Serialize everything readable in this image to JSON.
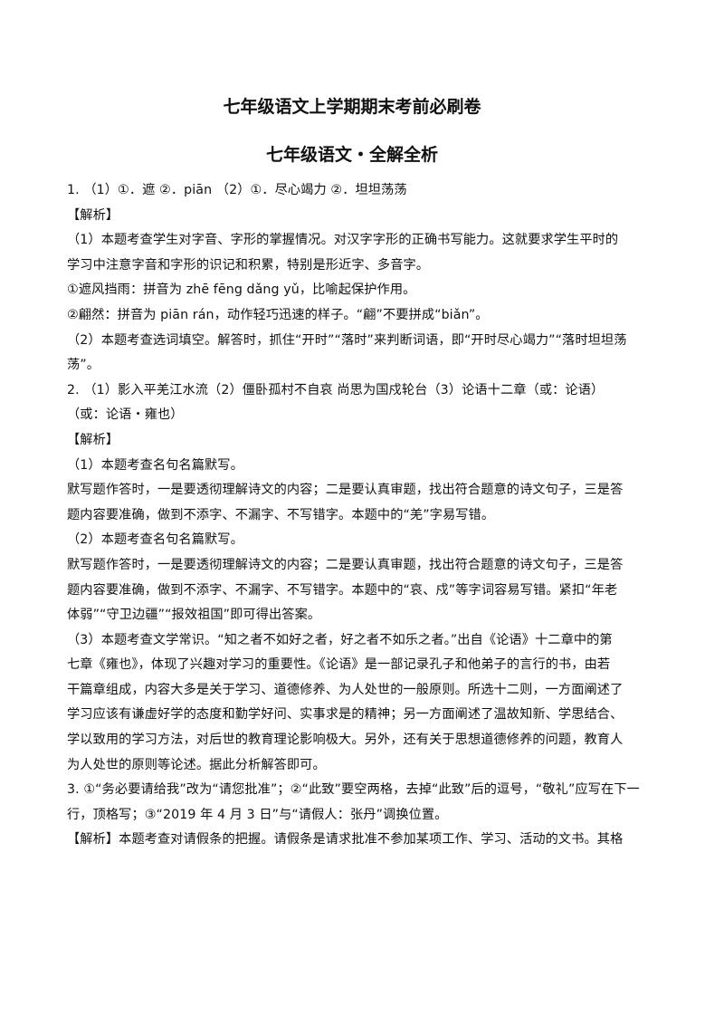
{
  "header": {
    "title": "七年级语文上学期期末考前必刷卷",
    "subtitle": "七年级语文・全解全析"
  },
  "lines": [
    {
      "text": "1.   （1）①．遮   ②．piān      （2）①．尽心竭力     ②．坦坦荡荡",
      "bold": false
    },
    {
      "text": "【解析】",
      "bold": false
    },
    {
      "text": "（1）本题考查学生对字音、字形的掌握情况。对汉字字形的正确书写能力。这就要求学生平时的",
      "bold": false
    },
    {
      "text": "学习中注意字音和字形的识记和积累，特别是形近字、多音字。",
      "bold": false
    },
    {
      "text": "①遮风挡雨：拼音为 zhē fēng dǎng yǔ，比喻起保护作用。",
      "bold": false
    },
    {
      "text": "②翩然：拼音为 piān rán，动作轻巧迅速的样子。“翩”不要拼成“biǎn”。",
      "bold": false
    },
    {
      "text": "（2）本题考查选词填空。解答时，抓住“开时”“落时”来判断词语，即“开时尽心竭力”“落时坦坦荡",
      "bold": false
    },
    {
      "text": "荡”。",
      "bold": false
    },
    {
      "text": "2.   （1）影入平羌江水流（2）僵卧孤村不自哀   尚思为国戍轮台（3）论语十二章（或：论语）",
      "bold": false
    },
    {
      "text": "（或：论语・雍也）",
      "bold": false
    },
    {
      "text": "【解析】",
      "bold": false
    },
    {
      "text": "（1）本题考查名句名篇默写。",
      "bold": false
    },
    {
      "text": "默写题作答时，一是要透彻理解诗文的内容；二是要认真审题，找出符合题意的诗文句子，三是答",
      "bold": false
    },
    {
      "text": "题内容要准确，做到不添字、不漏字、不写错字。本题中的“羌”字易写错。",
      "bold": false
    },
    {
      "text": "（2）本题考查名句名篇默写。",
      "bold": false
    },
    {
      "text": "默写题作答时，一是要透彻理解诗文的内容；二是要认真审题，找出符合题意的诗文句子，三是答",
      "bold": false
    },
    {
      "text": "题内容要准确，做到不添字、不漏字、不写错字。本题中的“哀、戍”等字词容易写错。紧扣“年老",
      "bold": false
    },
    {
      "text": "体弱”“守卫边疆”“报效祖国”即可得出答案。",
      "bold": false
    },
    {
      "text": "（3）本题考查文学常识。“知之者不如好之者，好之者不如乐之者。”出自《论语》十二章中的第",
      "bold": false
    },
    {
      "text": "七章《雍也》，体现了兴趣对学习的重要性。《论语》是一部记录孔子和他弟子的言行的书，由若",
      "bold": false
    },
    {
      "text": "干篇章组成，内容大多是关于学习、道德修养、为人处世的一般原则。所选十二则，一方面阐述了",
      "bold": false
    },
    {
      "text": "学习应该有谦虚好学的态度和勤学好问、实事求是的精神；另一方面阐述了温故知新、学思结合、",
      "bold": false
    },
    {
      "text": "学以致用的学习方法，对后世的教育理论影响极大。另外，还有关于思想道德修养的问题，教育人",
      "bold": false
    },
    {
      "text": "为人处世的原则等论述。据此分析解答即可。",
      "bold": false
    },
    {
      "text": "3.  ①“务必要请给我”改为“请您批准”；②“此致”要空两格，去掉“此致”后的逗号，“敬礼”应写在下一",
      "bold": false
    },
    {
      "text": "行，顶格写；③“2019 年 4 月 3 日”与“请假人：张丹”调换位置。",
      "bold": false
    },
    {
      "text": "【解析】本题考查对请假条的把握。请假条是请求批准不参加某项工作、学习、活动的文书。其格",
      "bold": false
    }
  ]
}
